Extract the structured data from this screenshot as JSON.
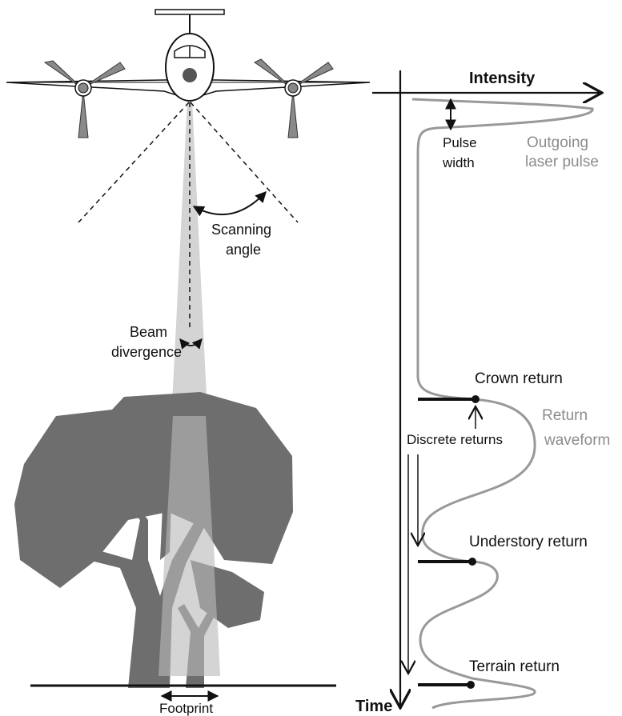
{
  "labels": {
    "scanning_angle": [
      "Scanning",
      "angle"
    ],
    "beam_divergence": [
      "Beam",
      "divergence"
    ],
    "footprint": "Footprint",
    "intensity_axis": "Intensity",
    "time_axis": "Time",
    "pulse_width": [
      "Pulse",
      "width"
    ],
    "outgoing_pulse": [
      "Outgoing",
      "laser pulse"
    ],
    "crown_return": "Crown return",
    "return_waveform": [
      "Return",
      "waveform"
    ],
    "discrete_returns": "Discrete returns",
    "understory_return": "Understory return",
    "terrain_return": "Terrain return"
  },
  "colors": {
    "tree": "#6e6e6e",
    "beam": "#d4d4d4",
    "waveform": "#999999",
    "gray_text": "#8c8c8c",
    "ink": "#111111"
  }
}
